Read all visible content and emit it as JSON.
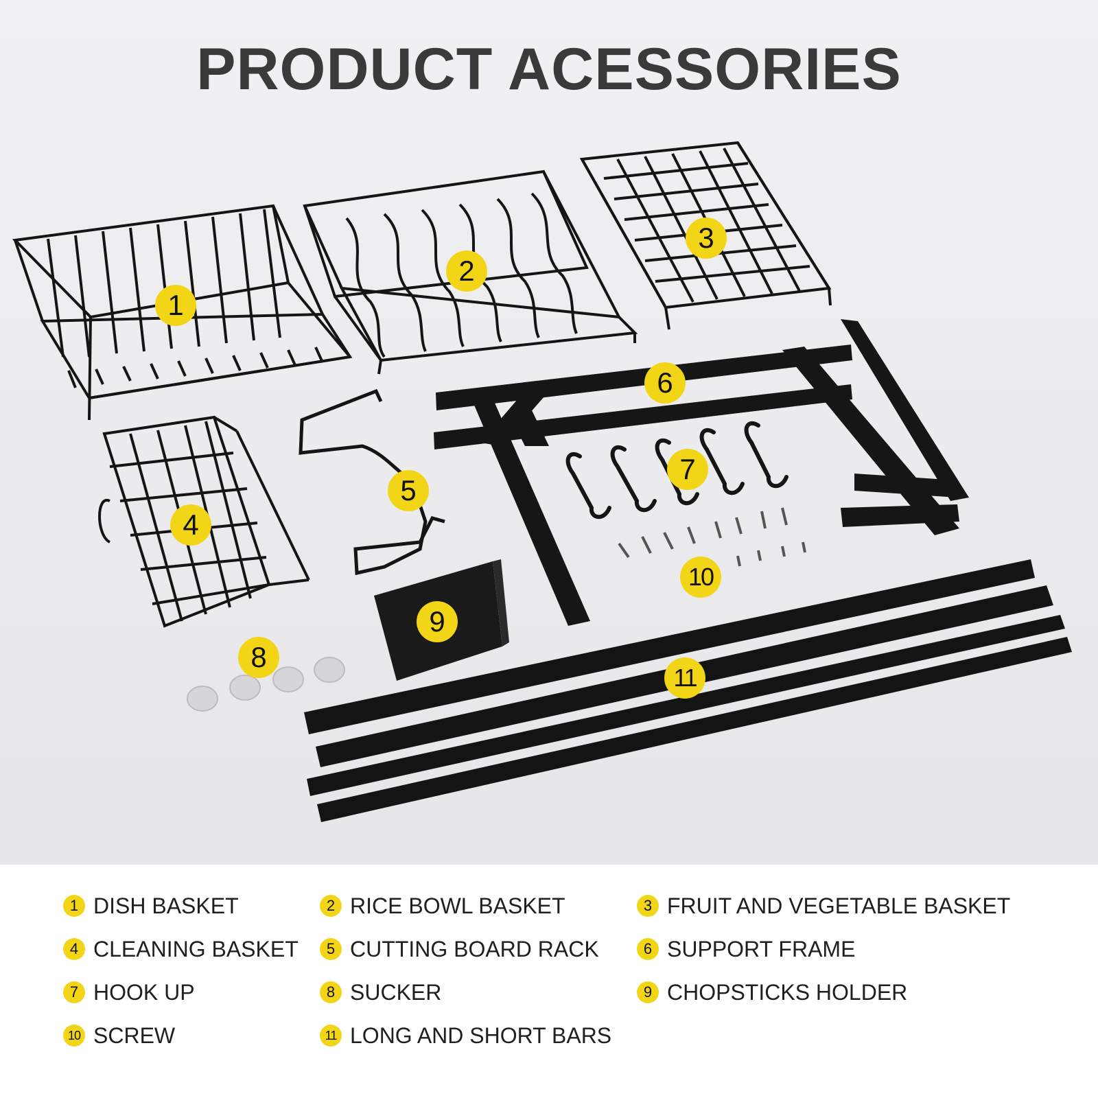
{
  "title": "PRODUCT ACESSORIES",
  "parts": [
    {
      "number": "1",
      "label": "DISH BASKET"
    },
    {
      "number": "2",
      "label": "RICE BOWL BASKET"
    },
    {
      "number": "3",
      "label": "FRUIT AND VEGETABLE BASKET"
    },
    {
      "number": "4",
      "label": "CLEANING BASKET"
    },
    {
      "number": "5",
      "label": "CUTTING BOARD RACK"
    },
    {
      "number": "6",
      "label": "SUPPORT FRAME"
    },
    {
      "number": "7",
      "label": "HOOK UP"
    },
    {
      "number": "8",
      "label": "SUCKER"
    },
    {
      "number": "9",
      "label": "CHOPSTICKS HOLDER"
    },
    {
      "number": "10",
      "label": "SCREW"
    },
    {
      "number": "11",
      "label": "LONG AND SHORT BARS"
    }
  ],
  "colors": {
    "badge": "#f2d516",
    "metal": "#151515",
    "title": "#3a3a3a",
    "background": "#ececee"
  }
}
